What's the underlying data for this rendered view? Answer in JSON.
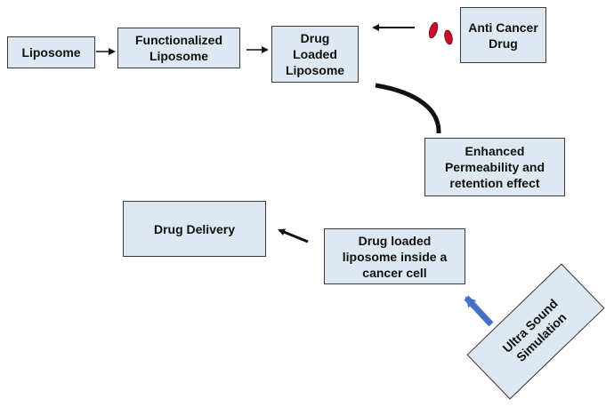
{
  "colors": {
    "box_fill": "#dde8f3",
    "box_border": "#3b3b3b",
    "arrow": "#111111",
    "drug_capsule": "#c8102e",
    "ultrasound_arrow": "#4472c4"
  },
  "nodes": {
    "liposome": "Liposome",
    "functionalized_liposome": "Functionalized\nLiposome",
    "drug_loaded_liposome": "Drug\nLoaded\nLiposome",
    "anti_cancer_drug": "Anti Cancer\nDrug",
    "enhanced_permeability": "Enhanced\nPermeability and\nretention effect",
    "drug_delivery": "Drug Delivery",
    "drug_loaded_in_cell": "Drug loaded\nliposome inside a\ncancer cell",
    "ultra_sound_simulation": "Ultra Sound\nSimulation"
  },
  "icons": {
    "drug_capsules": "drug-capsule-icon"
  }
}
